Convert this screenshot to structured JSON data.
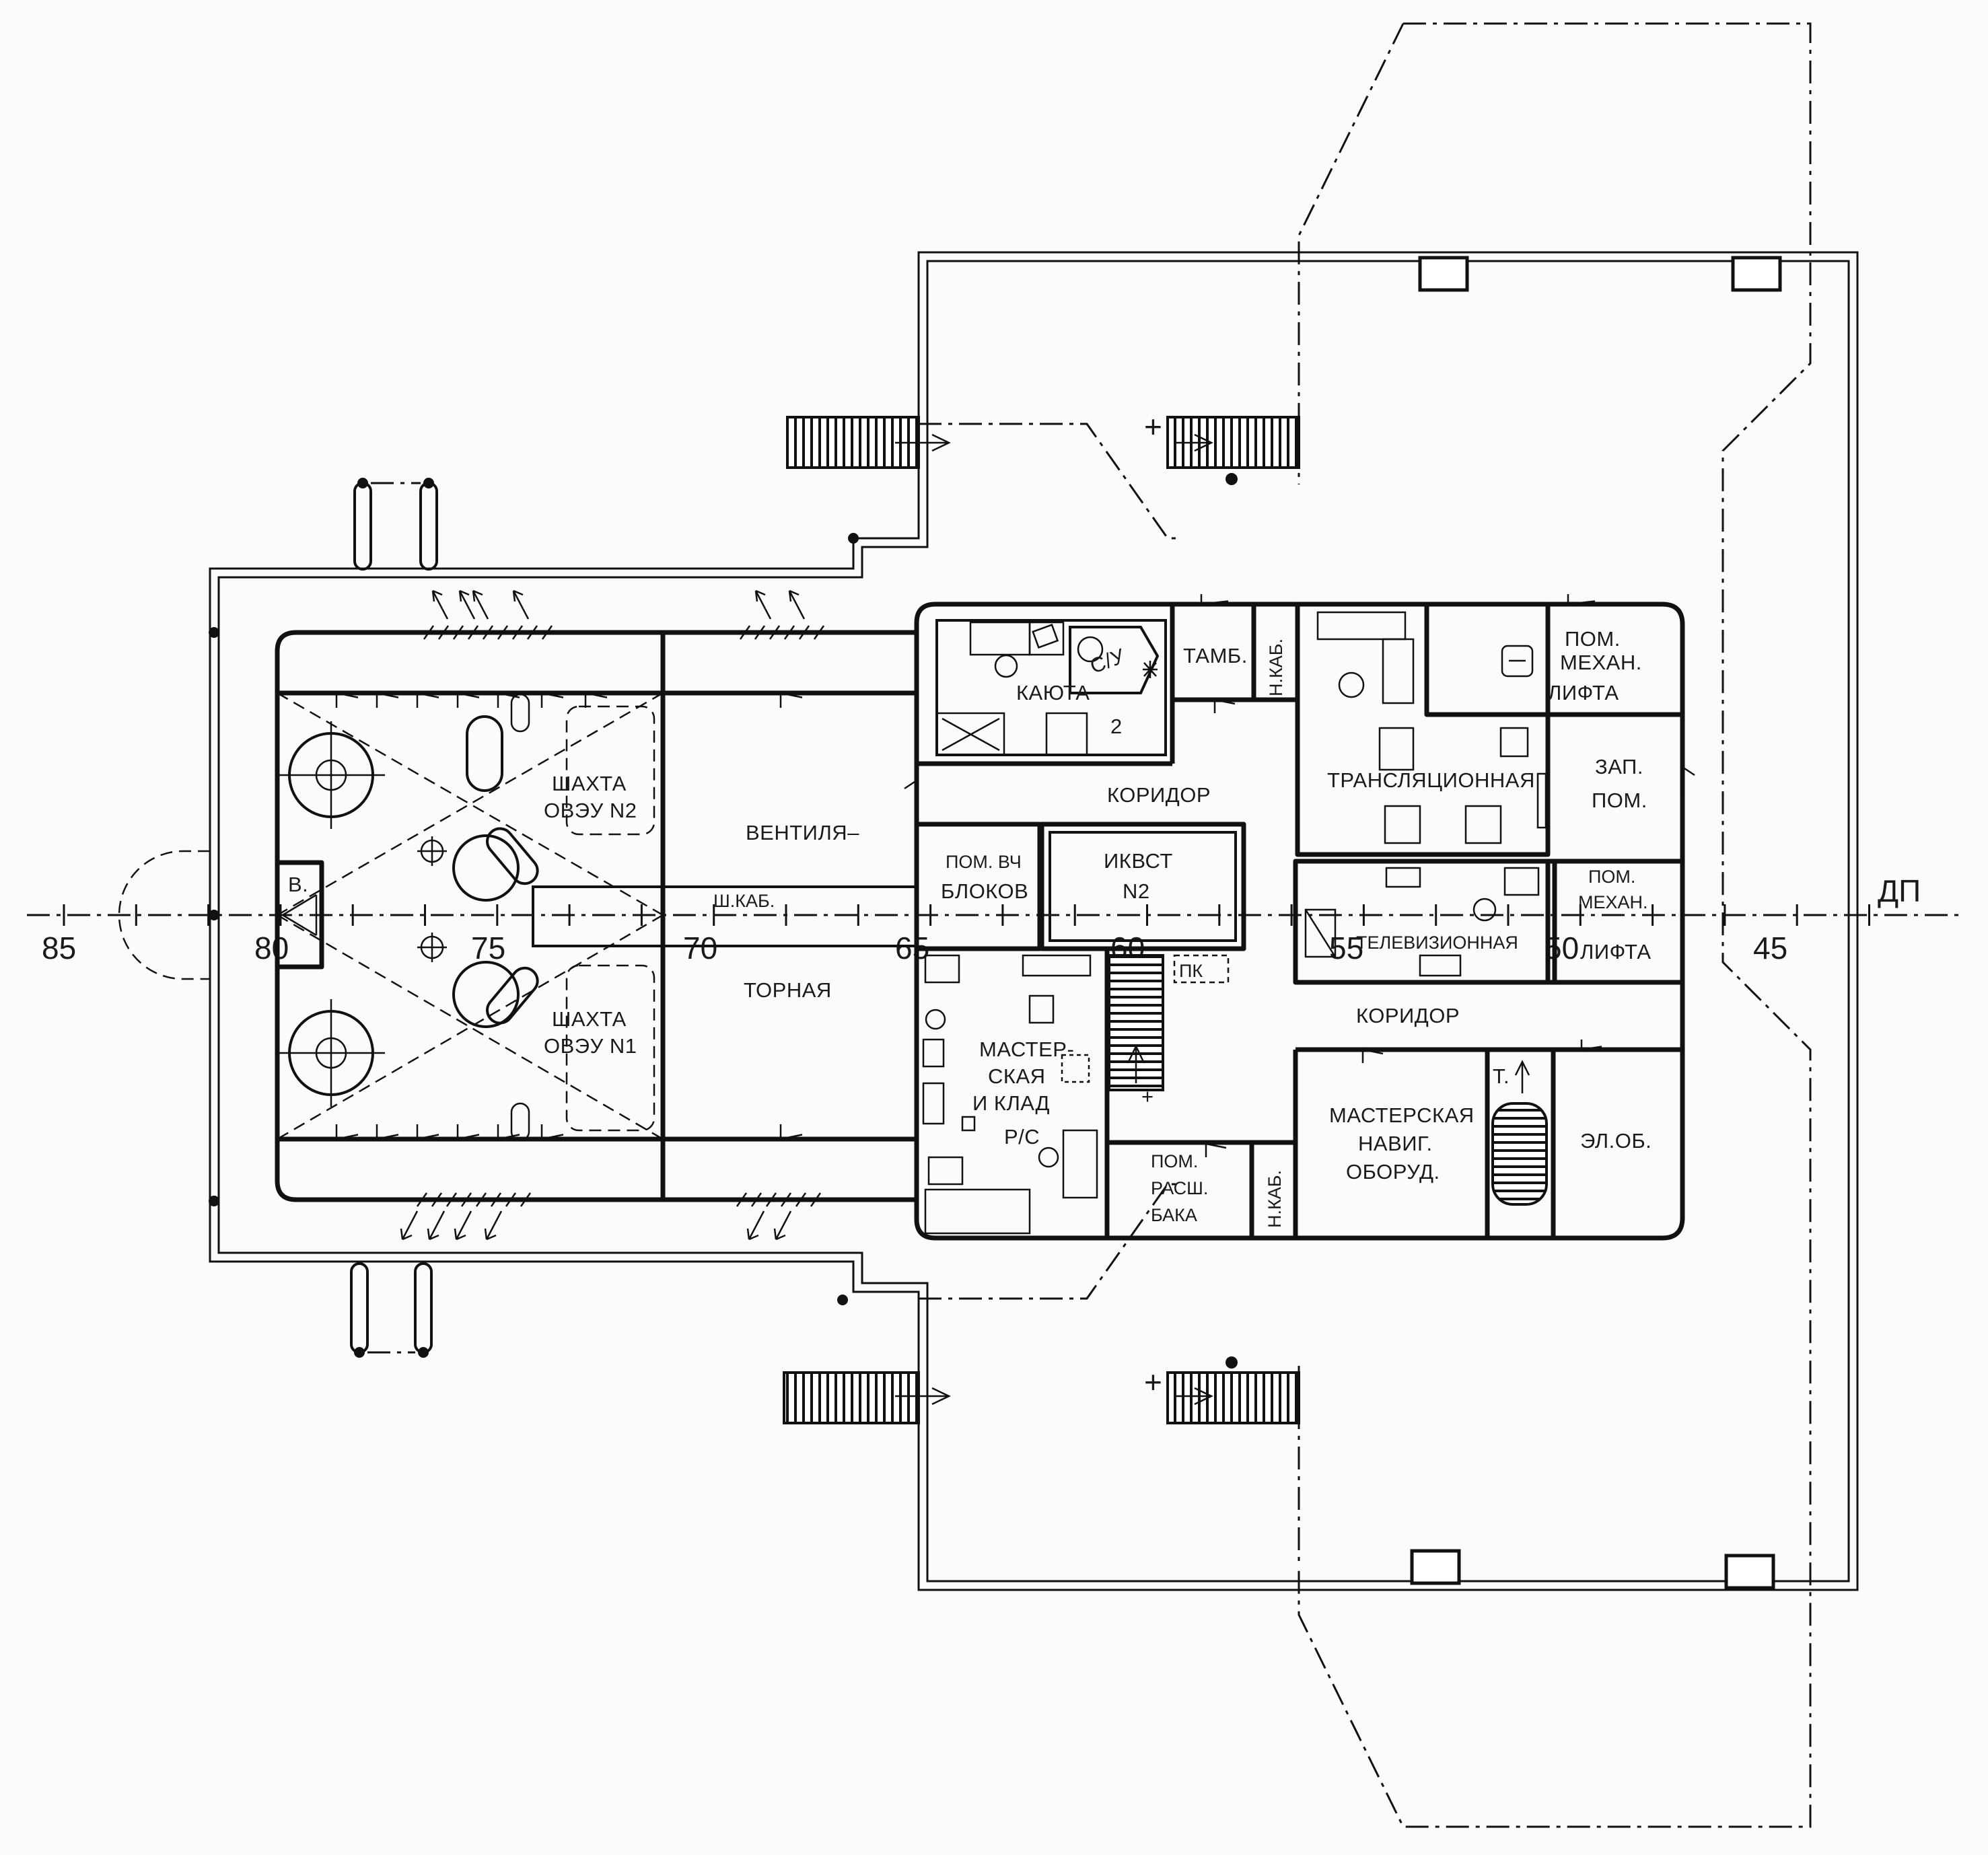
{
  "axis_label": "ДП",
  "frames": [
    "85",
    "80",
    "75",
    "70",
    "65",
    "60",
    "55",
    "50",
    "45"
  ],
  "rooms": {
    "kayuta": "КАЮТА",
    "kayuta_num": "2",
    "su": "С/У",
    "tamb": "ТАМБ.",
    "nkab_top": "Н.КАБ.",
    "nkab_bottom": "Н.КАБ.",
    "pom_mehan_top": [
      "ПОМ.",
      "МЕХАН.",
      "ЛИФТА"
    ],
    "pom_mehan_mid": [
      "ПОМ.",
      "МЕХАН.",
      "ЛИФТА"
    ],
    "translyatsionnaya": "ТРАНСЛЯЦИОННАЯ",
    "zap_pom": [
      "ЗАП.",
      "ПОМ."
    ],
    "koridor_top": "КОРИДОР",
    "koridor_bottom": "КОРИДОР",
    "pom_vch": [
      "ПОМ. ВЧ",
      "БЛОКОВ"
    ],
    "ikvst": [
      "ИКВСТ",
      "N2"
    ],
    "televizionnaya": "ТЕЛЕВИЗИОННАЯ",
    "ventilya": "ВЕНТИЛЯ–",
    "tornaya": "ТОРНАЯ",
    "sh_kab": "Ш.КАБ.",
    "shahta_n2": [
      "ШАХТА",
      "ОВЭУ N2"
    ],
    "shahta_n1": [
      "ШАХТА",
      "ОВЭУ N1"
    ],
    "b_label": "В.",
    "pk": "ПК",
    "masterskaya_klad": [
      "МАСТЕР-",
      "СКАЯ",
      "И КЛАД",
      "Р/С"
    ],
    "pom_rassh": [
      "ПОМ.",
      "РАСШ.",
      "БАКА"
    ],
    "masterskaya_navig": [
      "МАСТЕРСКАЯ",
      "НАВИГ.",
      "ОБОРУД."
    ],
    "t_label": "Т.",
    "el_ob": "ЭЛ.ОБ."
  },
  "symbols": {
    "plus": "+"
  },
  "icons": [
    "stair-icon",
    "door-swing-icon",
    "fan-icon",
    "toilet-icon",
    "arrow-icon",
    "chair-icon"
  ]
}
